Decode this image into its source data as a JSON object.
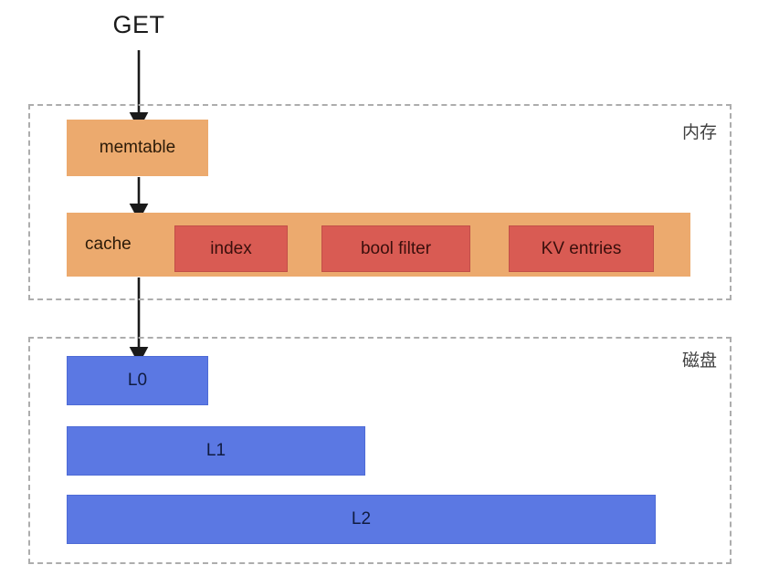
{
  "diagram": {
    "title_label": "GET",
    "zones": {
      "memory": {
        "label": "内存"
      },
      "disk": {
        "label": "磁盘"
      }
    },
    "memory_blocks": {
      "memtable": "memtable",
      "cache": "cache",
      "cache_items": [
        {
          "label": "index"
        },
        {
          "label": "bool filter"
        },
        {
          "label": "KV entries"
        }
      ]
    },
    "disk_levels": [
      {
        "label": "L0"
      },
      {
        "label": "L1"
      },
      {
        "label": "L2"
      }
    ],
    "colors": {
      "orange": "#ECAA6E",
      "red": "#D95B53",
      "blue": "#5B78E3",
      "dashed_border": "#ADADAD",
      "arrow": "#1a1a1a",
      "background": "#FFFFFF"
    }
  }
}
